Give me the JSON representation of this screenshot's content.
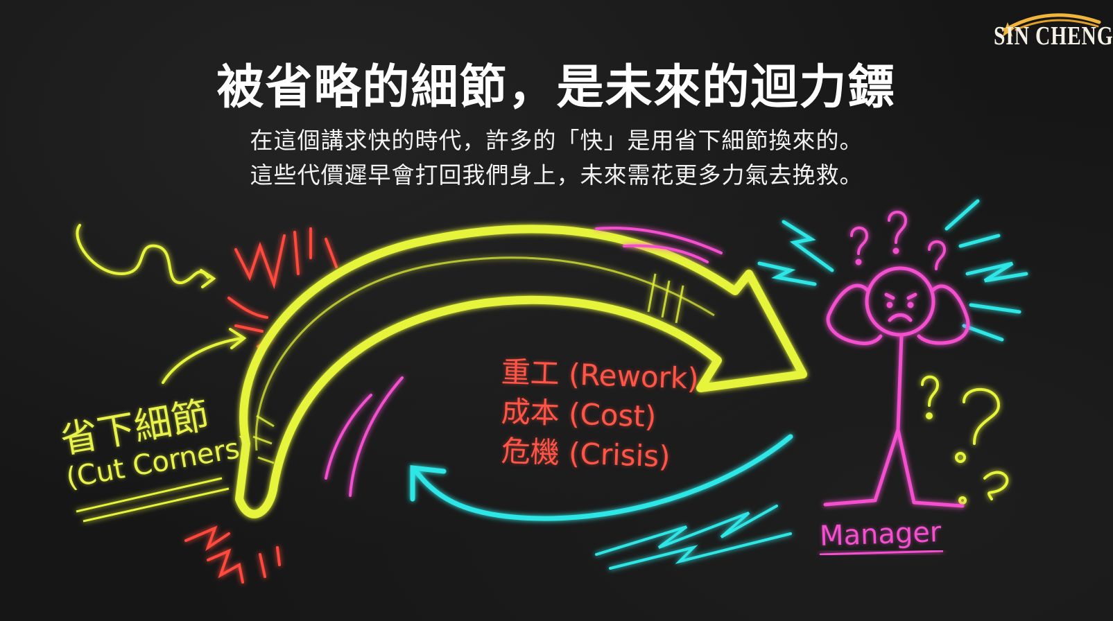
{
  "title": "被省略的細節，是未來的迴力鏢",
  "subtitle": {
    "line1": "在這個講求快的時代，許多的「快」是用省下細節換來的。",
    "line2": "這些代價遲早會打回我們身上，未來需花更多力氣去挽救。"
  },
  "logo": {
    "text": "SIN CHENG",
    "icon": "star-arc-logo-icon"
  },
  "cut_corners": {
    "cn": "省下細節",
    "en": "(Cut Corners)"
  },
  "costs": [
    {
      "cn": "重工",
      "en": "(Rework)"
    },
    {
      "cn": "成本",
      "en": "(Cost)"
    },
    {
      "cn": "危機",
      "en": "(Crisis)"
    }
  ],
  "person": {
    "label": "Manager",
    "icon": "stressed-stick-figure-icon"
  },
  "colors": {
    "background": "#161616",
    "boomerang": "#e6f53a",
    "cost_text": "#ff5548",
    "manager": "#f34fcf",
    "return_arrow": "#2fe6e6",
    "impact": "#ff4a3d"
  }
}
